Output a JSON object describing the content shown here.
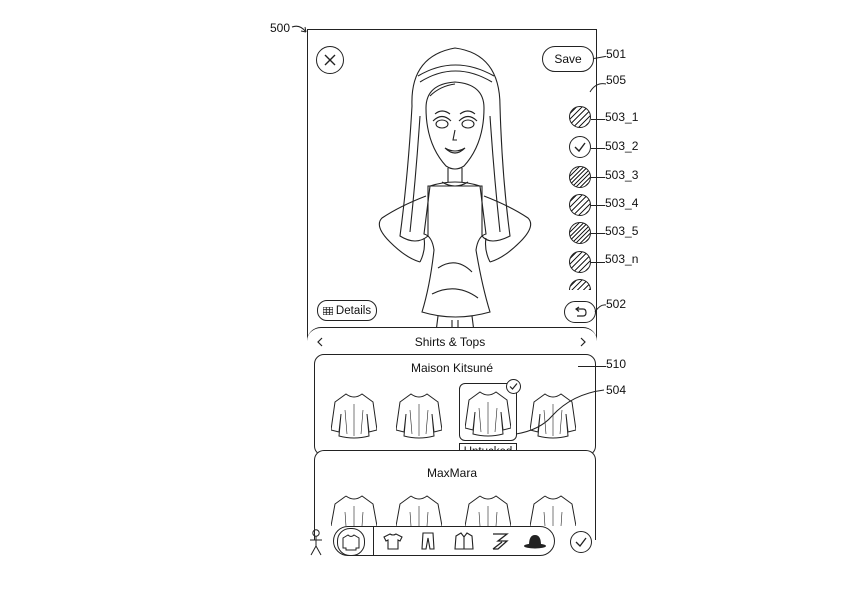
{
  "figure_ref": "500",
  "header": {
    "save_label": "Save"
  },
  "buttons": {
    "details_label": "Details"
  },
  "category": {
    "title": "Shirts & Tops"
  },
  "brands": [
    {
      "name": "Maison Kitsuné",
      "selected_style": "Untucked"
    },
    {
      "name": "MaxMara"
    }
  ],
  "reference_labels": {
    "save": "501",
    "screen": "505",
    "swatch_1": "503_1",
    "swatch_2": "503_2",
    "swatch_3": "503_3",
    "swatch_4": "503_4",
    "swatch_5": "503_5",
    "swatch_n": "503_n",
    "undo": "502",
    "brand_section": "510",
    "selected_item": "504"
  },
  "icons": [
    "close-icon",
    "check-icon",
    "undo-icon",
    "list-icon",
    "chevron-left-icon",
    "chevron-right-icon",
    "shirt-icon",
    "tshirt-icon",
    "pants-icon",
    "jacket-icon",
    "dress-icon",
    "hat-icon",
    "figure-icon"
  ]
}
